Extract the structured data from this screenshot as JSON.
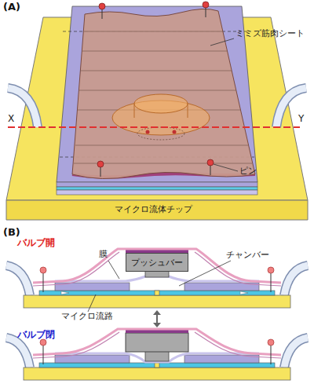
{
  "diagram": {
    "nodes": [
      {
        "text": [
          "プッシュバー"
        ]
      }
    ],
    "labels": [
      "(A)",
      "ミミズ筋肉シート",
      "X",
      "Y",
      "ピン",
      "マイクロ流体チップ",
      "(B)",
      "バルブ開",
      "膜",
      "チャンバー",
      "マイクロ流路",
      "バルブ閉"
    ]
  }
}
